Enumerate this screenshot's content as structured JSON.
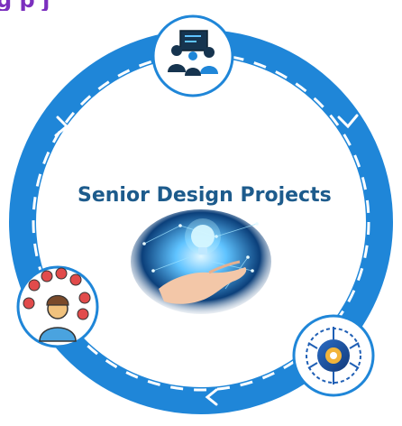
{
  "diagram": {
    "title": "Senior Design Projects",
    "top_clipped_text": "g                              p   j",
    "bottom_clipped_text": "               ",
    "nodes": [
      {
        "id": "team",
        "icon": "team-meeting-icon"
      },
      {
        "id": "ideas",
        "icon": "person-with-alerts-icon"
      },
      {
        "id": "tech",
        "icon": "gear-circuit-icon"
      }
    ],
    "center_image": "hand-lightbulb-network-icon",
    "colors": {
      "ring": "#1f86d8",
      "ring_dark": "#1668b4",
      "dash": "#ffffff",
      "title": "#1d5b8c",
      "node_border": "#1f86d8",
      "purple_text": "#7b2fbe"
    }
  }
}
